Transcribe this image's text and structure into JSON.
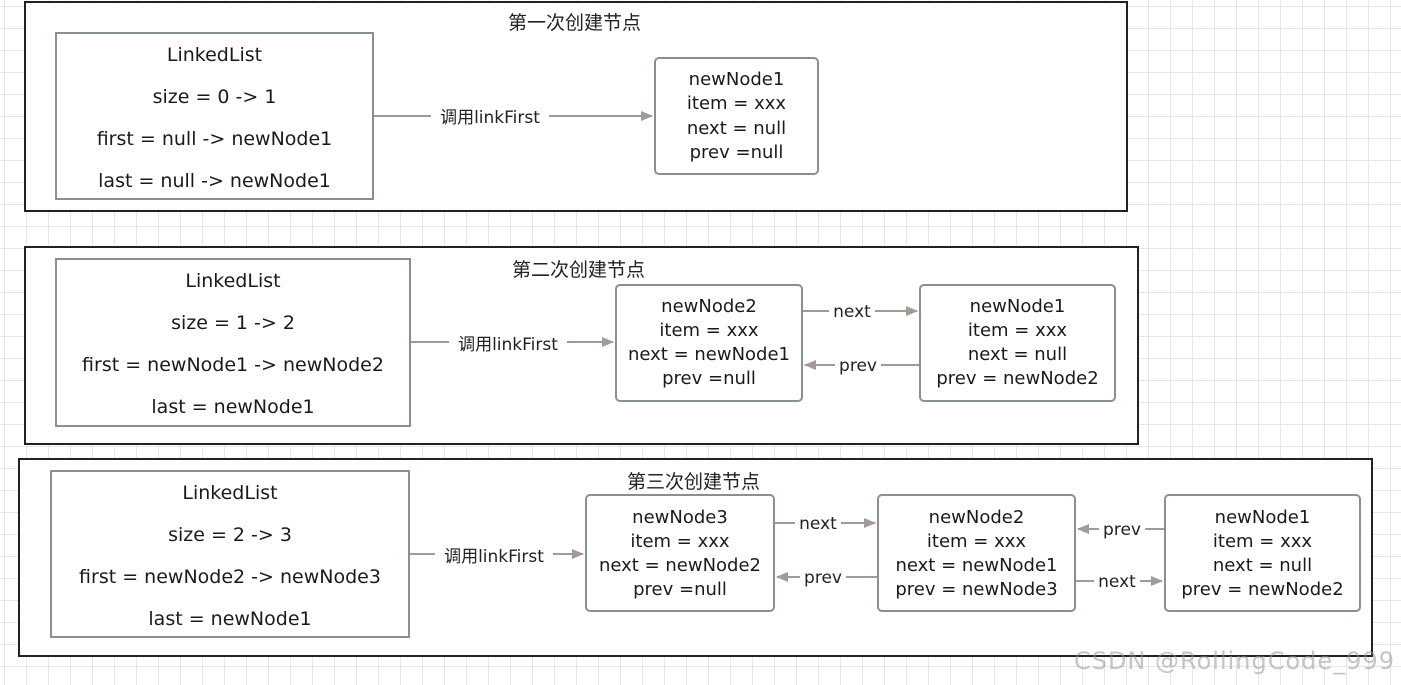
{
  "panels": [
    {
      "title": "第一次创建节点",
      "list": {
        "title": "LinkedList",
        "size": "size = 0 -> 1",
        "first": "first = null -> newNode1",
        "last": "last = null -> newNode1"
      },
      "call_label": "调用linkFirst",
      "nodes": [
        {
          "name": "newNode1",
          "item": "item = xxx",
          "next": "next = null",
          "prev": "prev =null"
        }
      ]
    },
    {
      "title": "第二次创建节点",
      "list": {
        "title": "LinkedList",
        "size": "size = 1 -> 2",
        "first": "first = newNode1 -> newNode2",
        "last": "last = newNode1"
      },
      "call_label": "调用linkFirst",
      "nodes": [
        {
          "name": "newNode2",
          "item": "item = xxx",
          "next": "next = newNode1",
          "prev": "prev =null"
        },
        {
          "name": "newNode1",
          "item": "item = xxx",
          "next": "next = null",
          "prev": "prev = newNode2"
        }
      ],
      "link_labels": {
        "next": "next",
        "prev": "prev"
      }
    },
    {
      "title": "第三次创建节点",
      "list": {
        "title": "LinkedList",
        "size": "size = 2 -> 3",
        "first": "first = newNode2 -> newNode3",
        "last": "last = newNode1"
      },
      "call_label": "调用linkFirst",
      "nodes": [
        {
          "name": "newNode3",
          "item": "item = xxx",
          "next": "next = newNode2",
          "prev": "prev =null"
        },
        {
          "name": "newNode2",
          "item": "item = xxx",
          "next": "next = newNode1",
          "prev": "prev = newNode3"
        },
        {
          "name": "newNode1",
          "item": "item = xxx",
          "next": "next = null",
          "prev": "prev = newNode2"
        }
      ],
      "link_labels": {
        "next": "next",
        "prev": "prev"
      }
    }
  ],
  "watermark": "CSDN @RollingCode_999",
  "colors": {
    "arrow": "#a29a96",
    "box_border": "#888f96",
    "panel_border": "#222222"
  }
}
